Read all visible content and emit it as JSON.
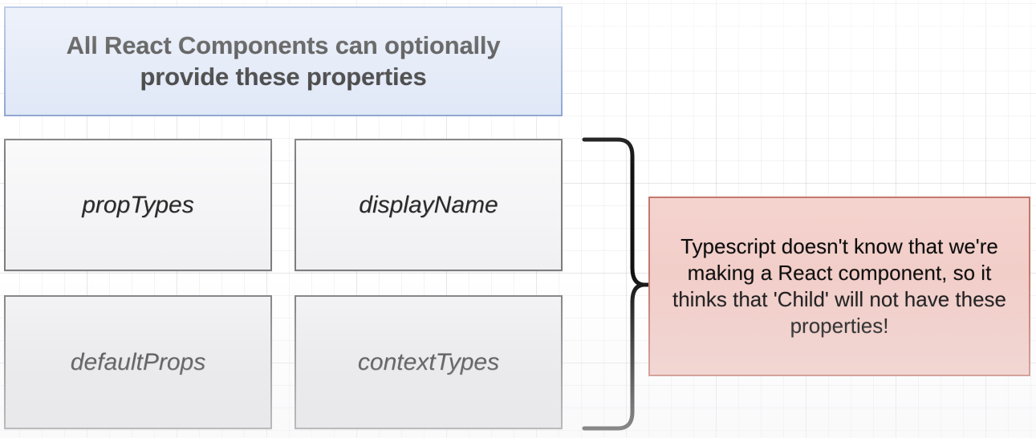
{
  "diagram": {
    "title_box": {
      "text": "All React Components can optionally provide these properties",
      "fill_color": "#dae3f5",
      "border_color": "#7a96c9"
    },
    "property_boxes": [
      {
        "label": "propTypes",
        "row": "top"
      },
      {
        "label": "displayName",
        "row": "top"
      },
      {
        "label": "defaultProps",
        "row": "bottom"
      },
      {
        "label": "contextTypes",
        "row": "bottom"
      }
    ],
    "annotation_box": {
      "text": "Typescript doesn't know that we're making a React component, so it thinks that 'Child' will not have these properties!",
      "fill_color": "#f2cdc8",
      "border_color": "#c4786e"
    },
    "connector": {
      "type": "curly-brace",
      "stroke_color": "#111111",
      "points_to": "annotation_box"
    },
    "background": {
      "color": "#ffffff",
      "grid": "light-square-grid"
    }
  }
}
